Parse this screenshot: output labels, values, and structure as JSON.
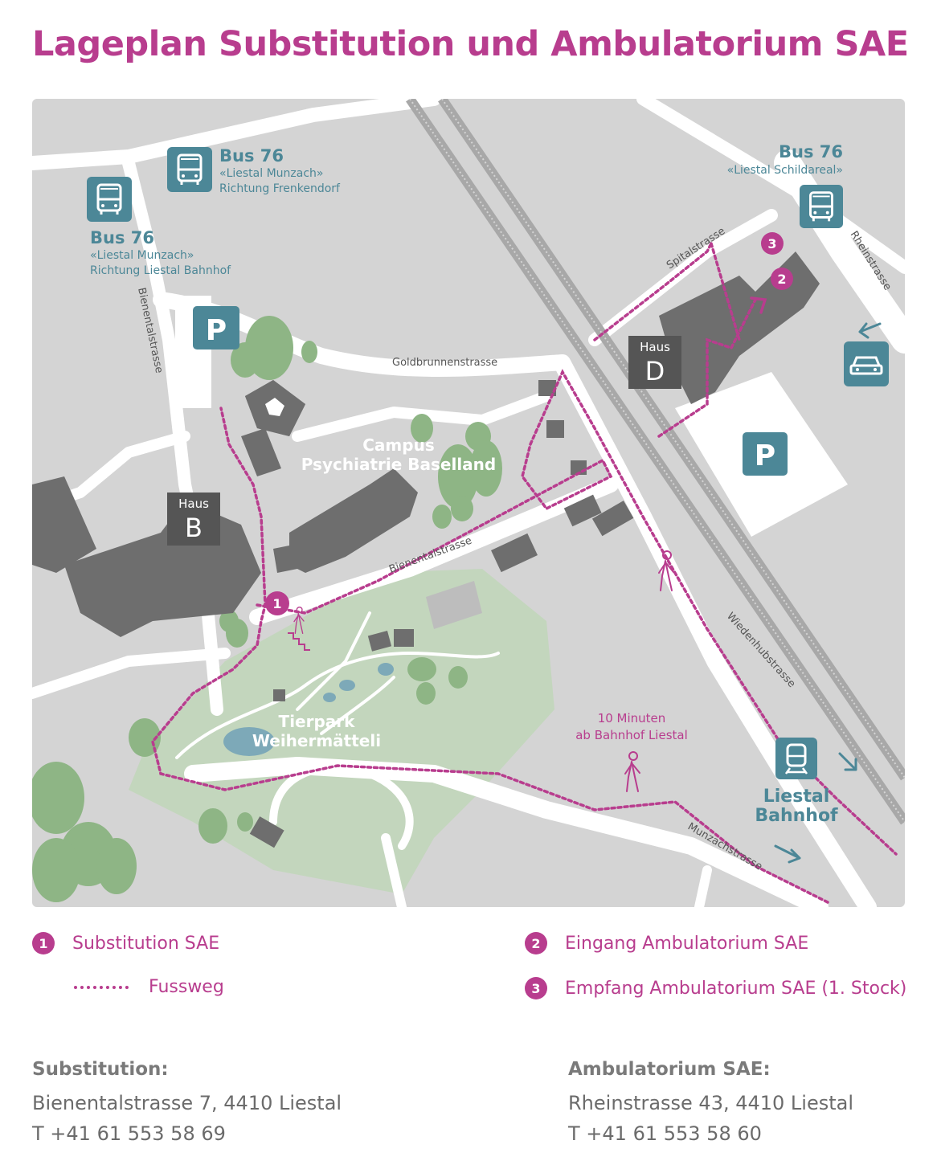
{
  "title": "Lageplan Substitution und Ambulatorium SAE",
  "colors": {
    "accent": "#b83d8e",
    "teal": "#4c8797",
    "building": "#6e6e6e",
    "park": "#c3d6bd",
    "tree": "#8eb585",
    "water": "#7da9b8"
  },
  "map": {
    "bus_stops": [
      {
        "icon": "bus-icon",
        "title": "Bus 76",
        "stop": "«Liestal Munzach»",
        "direction": "Richtung Frenkendorf"
      },
      {
        "icon": "bus-icon",
        "title": "Bus 76",
        "stop": "«Liestal Munzach»",
        "direction": "Richtung Liestal Bahnhof"
      },
      {
        "icon": "bus-icon",
        "title": "Bus 76",
        "stop": "«Liestal Schildareal»"
      }
    ],
    "parking": [
      "P",
      "P"
    ],
    "houses": [
      {
        "prefix": "Haus",
        "letter": "B"
      },
      {
        "prefix": "Haus",
        "letter": "D"
      }
    ],
    "campus": [
      "Campus",
      "Psychiatrie Baselland"
    ],
    "park": [
      "Tierpark",
      "Weihermätteli"
    ],
    "streets": {
      "goldbrunnen": "Goldbrunnenstrasse",
      "bienental_v": "Bienentalstrasse",
      "bienental_d": "Bienentalstrasse",
      "spital": "Spitalstrasse",
      "rhein": "Rheinstrasse",
      "wiedenhub": "Wiedenhubstrasse",
      "munzach": "Munzachstrasse"
    },
    "walk_note": [
      "10 Minuten",
      "ab Bahnhof Liestal"
    ],
    "station": [
      "Liestal",
      "Bahnhof"
    ],
    "markers": [
      "1",
      "2",
      "3"
    ]
  },
  "legend": [
    {
      "badge": "1",
      "text": "Substitution SAE"
    },
    {
      "text": "Fussweg"
    },
    {
      "badge": "2",
      "text": "Eingang Ambulatorium SAE"
    },
    {
      "badge": "3",
      "text": "Empfang Ambulatorium SAE (1. Stock)"
    }
  ],
  "addresses": [
    {
      "heading": "Substitution:",
      "street": "Bienentalstrasse 7, 4410 Liestal",
      "phone": "T +41 61 553 58 69"
    },
    {
      "heading": "Ambulatorium SAE:",
      "street": "Rheinstrasse 43, 4410 Liestal",
      "phone": "T +41 61 553 58 60"
    }
  ]
}
